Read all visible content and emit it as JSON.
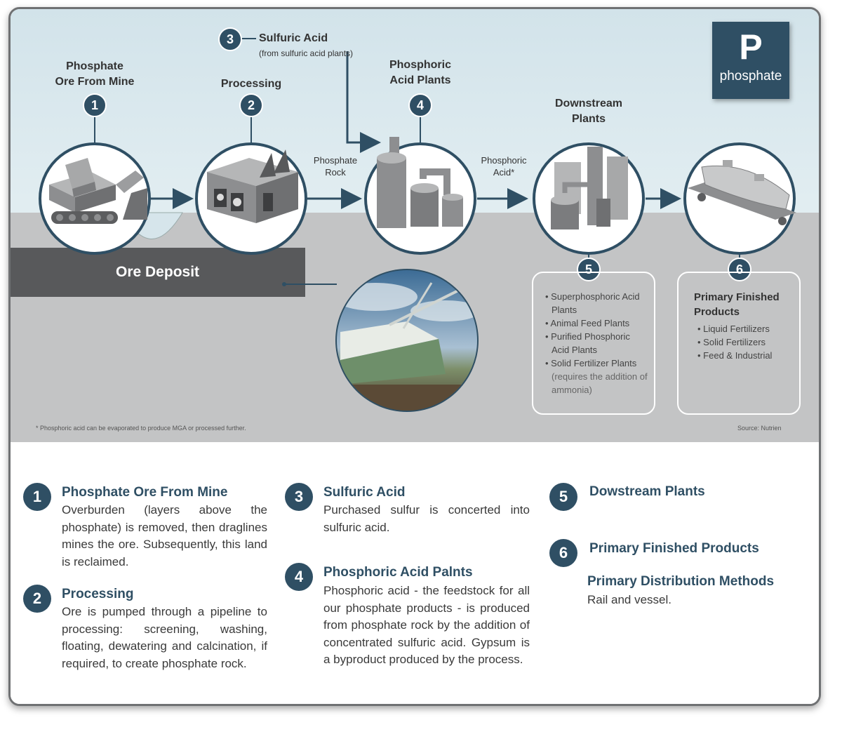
{
  "logo": {
    "letter": "P",
    "word": "phosphate"
  },
  "steps": {
    "s1": {
      "num": "1",
      "label": "Phosphate\nOre From Mine"
    },
    "s2": {
      "num": "2",
      "label": "Processing"
    },
    "s3": {
      "num": "3",
      "label": "Sulfuric Acid",
      "sub": "(from sulfuric acid plants)"
    },
    "s4": {
      "num": "4",
      "label": "Phosphoric\nAcid Plants"
    },
    "s5": {
      "num": "5",
      "label": "Downstream\nPlants"
    },
    "s6": {
      "num": "6"
    }
  },
  "flow_labels": {
    "rock": "Phosphate\nRock",
    "acid": "Phosphoric\nAcid*"
  },
  "ore_deposit": "Ore Deposit",
  "box5": {
    "items": [
      "Superphosphoric Acid Plants",
      "Animal Feed Plants",
      "Purified Phosphoric Acid Plants",
      "Solid Fertilizer Plants"
    ],
    "note": "(requires the addition of ammonia)"
  },
  "box6": {
    "title": "Primary Finished Products",
    "items": [
      "Liquid Fertilizers",
      "Solid Fertilizers",
      "Feed & Industrial"
    ]
  },
  "footnote": "* Phosphoric acid can be evaporated to produce MGA or processed further.",
  "source": "Source: Nutrien",
  "legend": {
    "l1": {
      "num": "1",
      "title": "Phosphate Ore From Mine",
      "text": "Overburden (layers above the phosphate) is removed, then draglines mines the ore. Subsequently, this land is reclaimed."
    },
    "l2": {
      "num": "2",
      "title": "Processing",
      "text": "Ore is pumped through a pipeline to processing: screening, washing, floating, dewatering and calcination, if required, to create phosphate rock."
    },
    "l3": {
      "num": "3",
      "title": "Sulfuric Acid",
      "text": "Purchased sulfur is concerted into sulfuric acid."
    },
    "l4": {
      "num": "4",
      "title": "Phosphoric Acid Palnts",
      "text": "Phosphoric acid - the feedstock for all our phosphate products - is produced from phosphate rock by the addition of concentrated sulfuric acid. Gypsum is a byproduct produced by the process."
    },
    "l5": {
      "num": "5",
      "title": "Dowstream Plants"
    },
    "l6": {
      "num": "6",
      "title": "Primary Finished Products",
      "subtitle": "Primary Distribution Methods",
      "text": "Rail and vessel."
    }
  },
  "colors": {
    "navy": "#2f4f64",
    "sky": "#d2e3ea",
    "ground": "#c3c4c5",
    "deposit": "#58595b",
    "arrow": "#2f4f64"
  }
}
